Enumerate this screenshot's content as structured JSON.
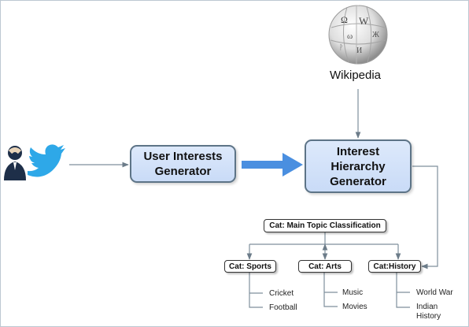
{
  "sources": {
    "wikipedia_label": "Wikipedia"
  },
  "boxes": {
    "user_interests_generator": "User Interests\nGenerator",
    "interest_hierarchy_generator": "Interest\nHierarchy\nGenerator"
  },
  "hierarchy": {
    "root": "Cat: Main Topic Classification",
    "categories": [
      {
        "label": "Cat: Sports",
        "leaves": [
          "Cricket",
          "Football"
        ]
      },
      {
        "label": "Cat: Arts",
        "leaves": [
          "Music",
          "Movies"
        ]
      },
      {
        "label": "Cat:History",
        "leaves": [
          "World War",
          "Indian\nHistory"
        ]
      }
    ]
  },
  "colors": {
    "box_fill": "#d3e2f9",
    "box_border": "#5d7487",
    "arrow_blue": "#4a8fe0",
    "line_gray": "#7f8f9c",
    "twitter_blue": "#2ea8e8",
    "user_navy": "#1e2f49"
  }
}
